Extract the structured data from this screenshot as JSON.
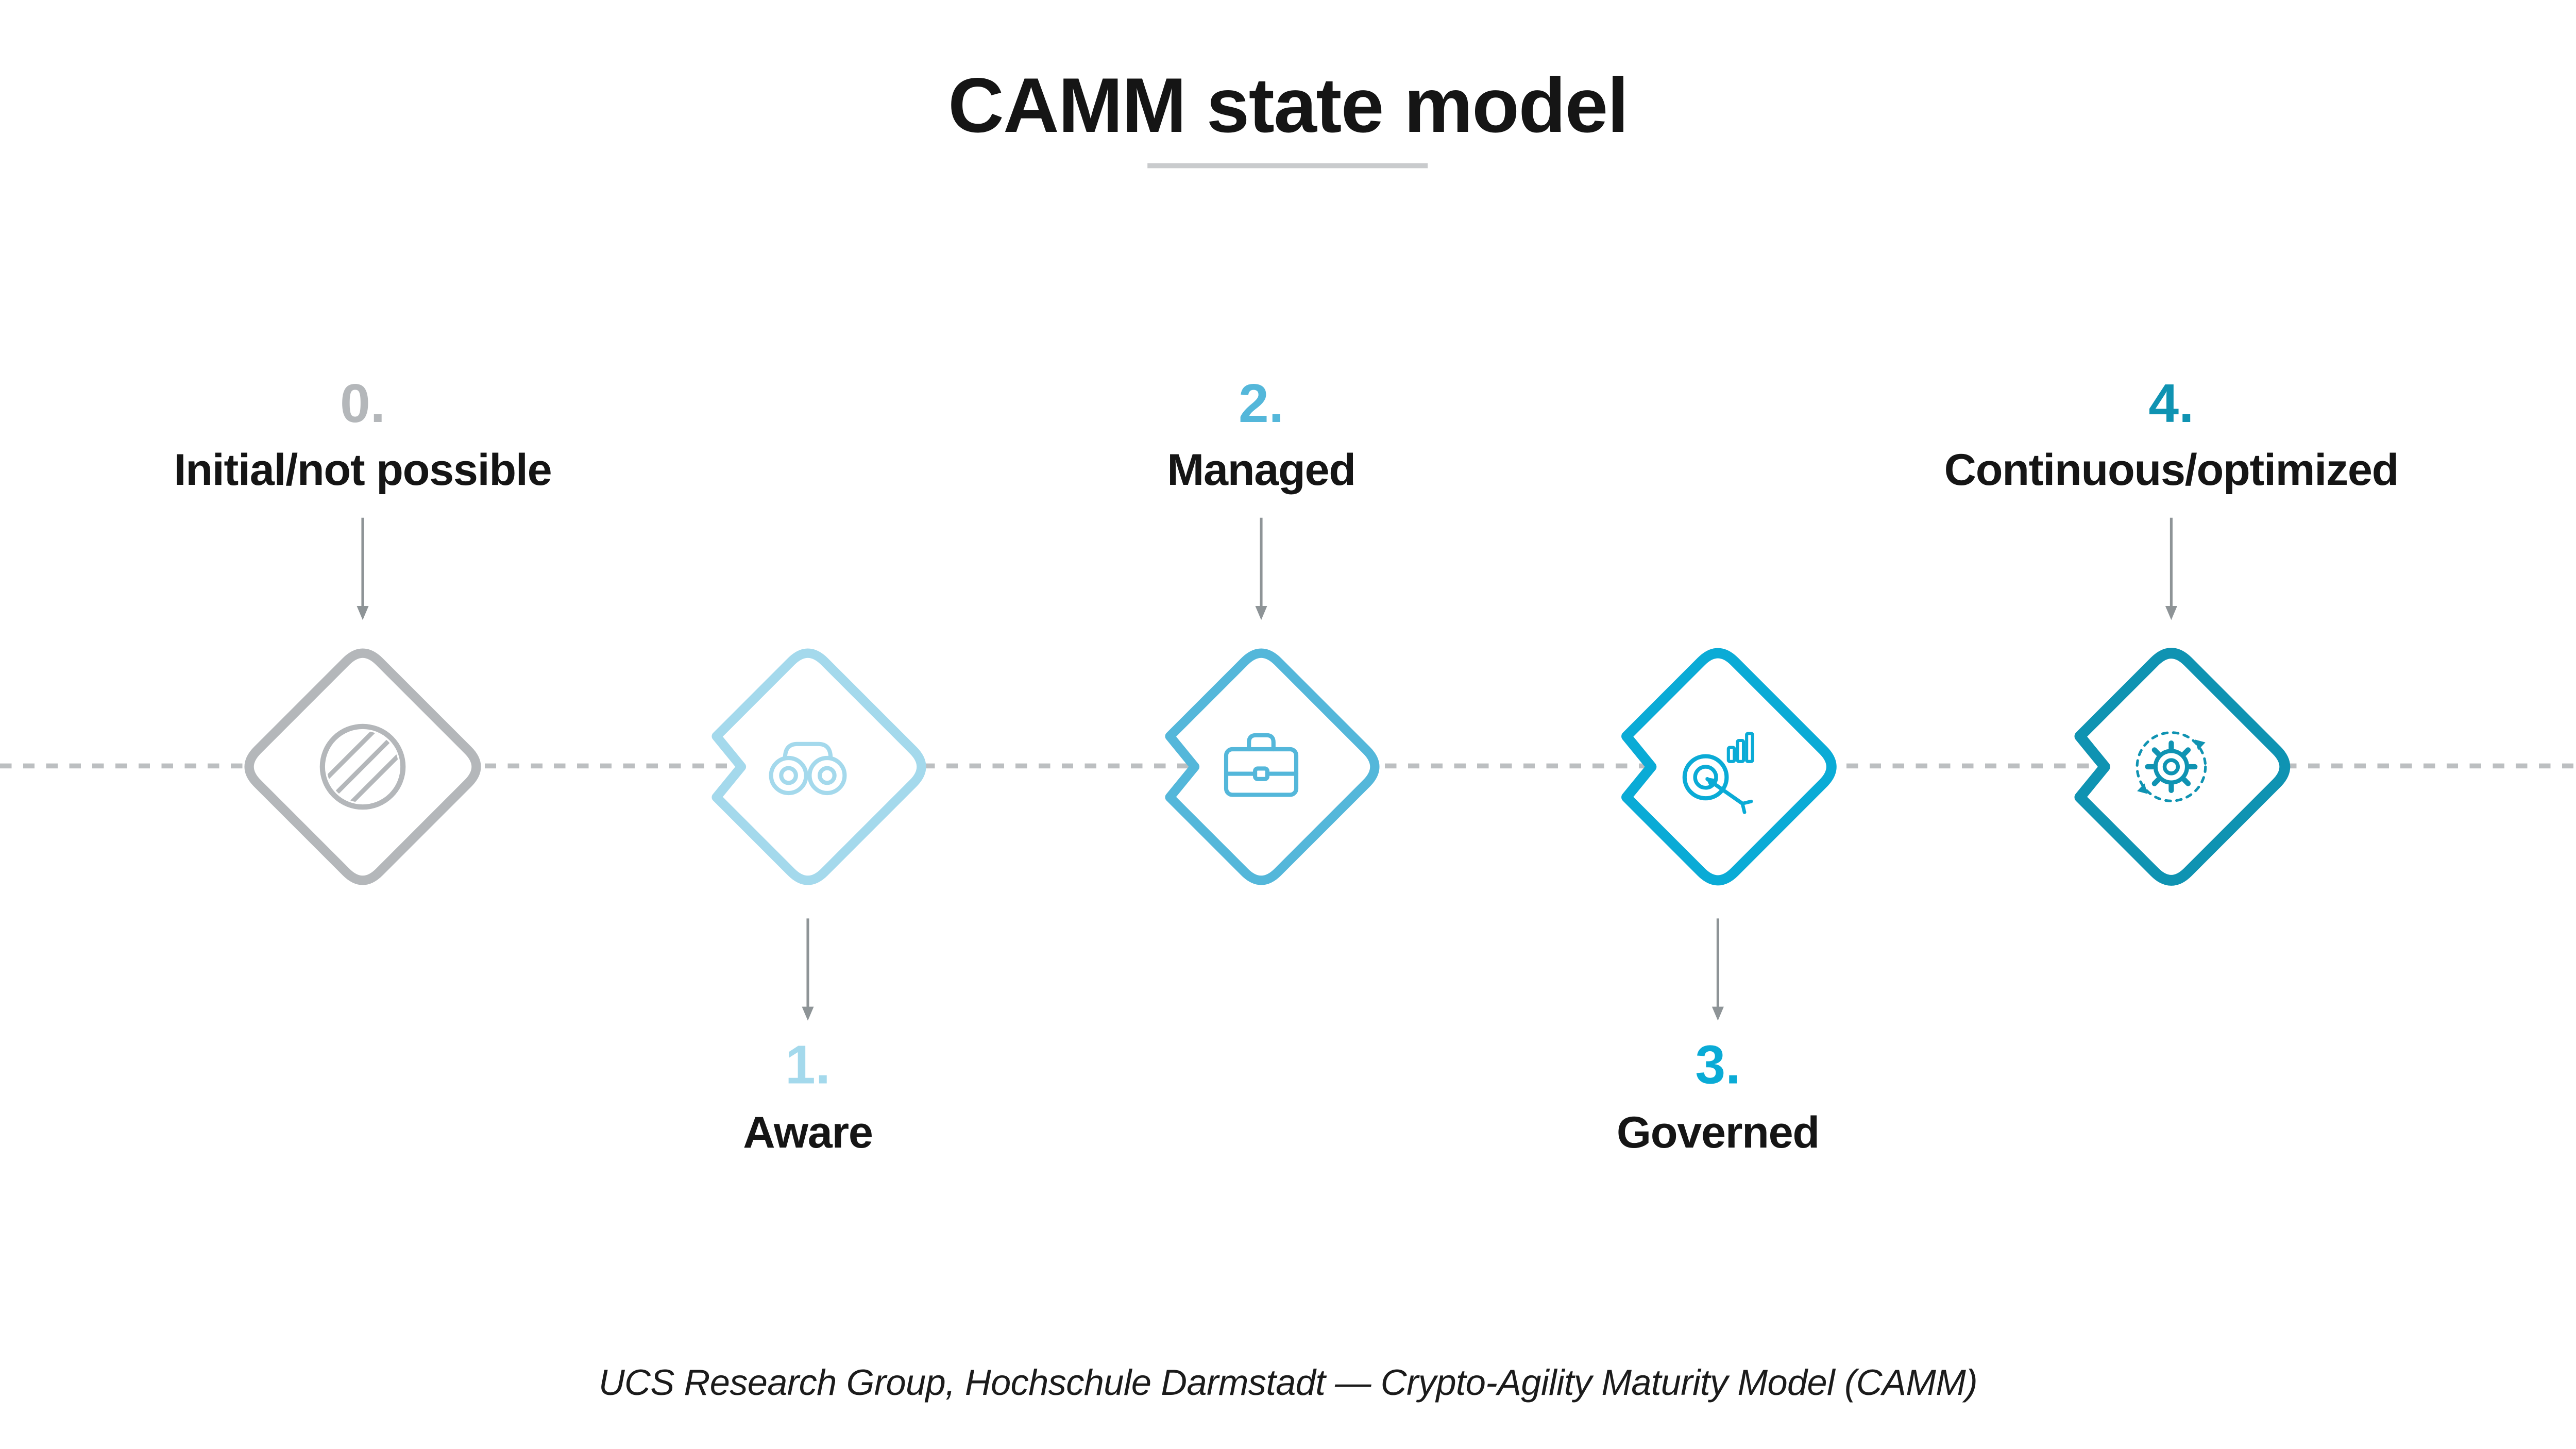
{
  "title": "CAMM state model",
  "footer": "UCS Research Group, Hochschule Darmstadt — Crypto-Agility Maturity Model (CAMM)",
  "timeline": {
    "style": "dashed",
    "color": "#bcbfc1"
  },
  "stages": [
    {
      "number": "0.",
      "name": "Initial/not possible",
      "color": "#b4b7ba",
      "icon": "prohibition-icon",
      "label_position": "top"
    },
    {
      "number": "1.",
      "name": "Aware",
      "color": "#a4d9ec",
      "icon": "binoculars-icon",
      "label_position": "bottom"
    },
    {
      "number": "2.",
      "name": "Managed",
      "color": "#54b7da",
      "icon": "briefcase-icon",
      "label_position": "top"
    },
    {
      "number": "3.",
      "name": "Governed",
      "color": "#0aabd6",
      "icon": "target-growth-icon",
      "label_position": "bottom"
    },
    {
      "number": "4.",
      "name": "Continuous/optimized",
      "color": "#0f93b2",
      "icon": "gear-cycle-icon",
      "label_position": "top"
    }
  ]
}
